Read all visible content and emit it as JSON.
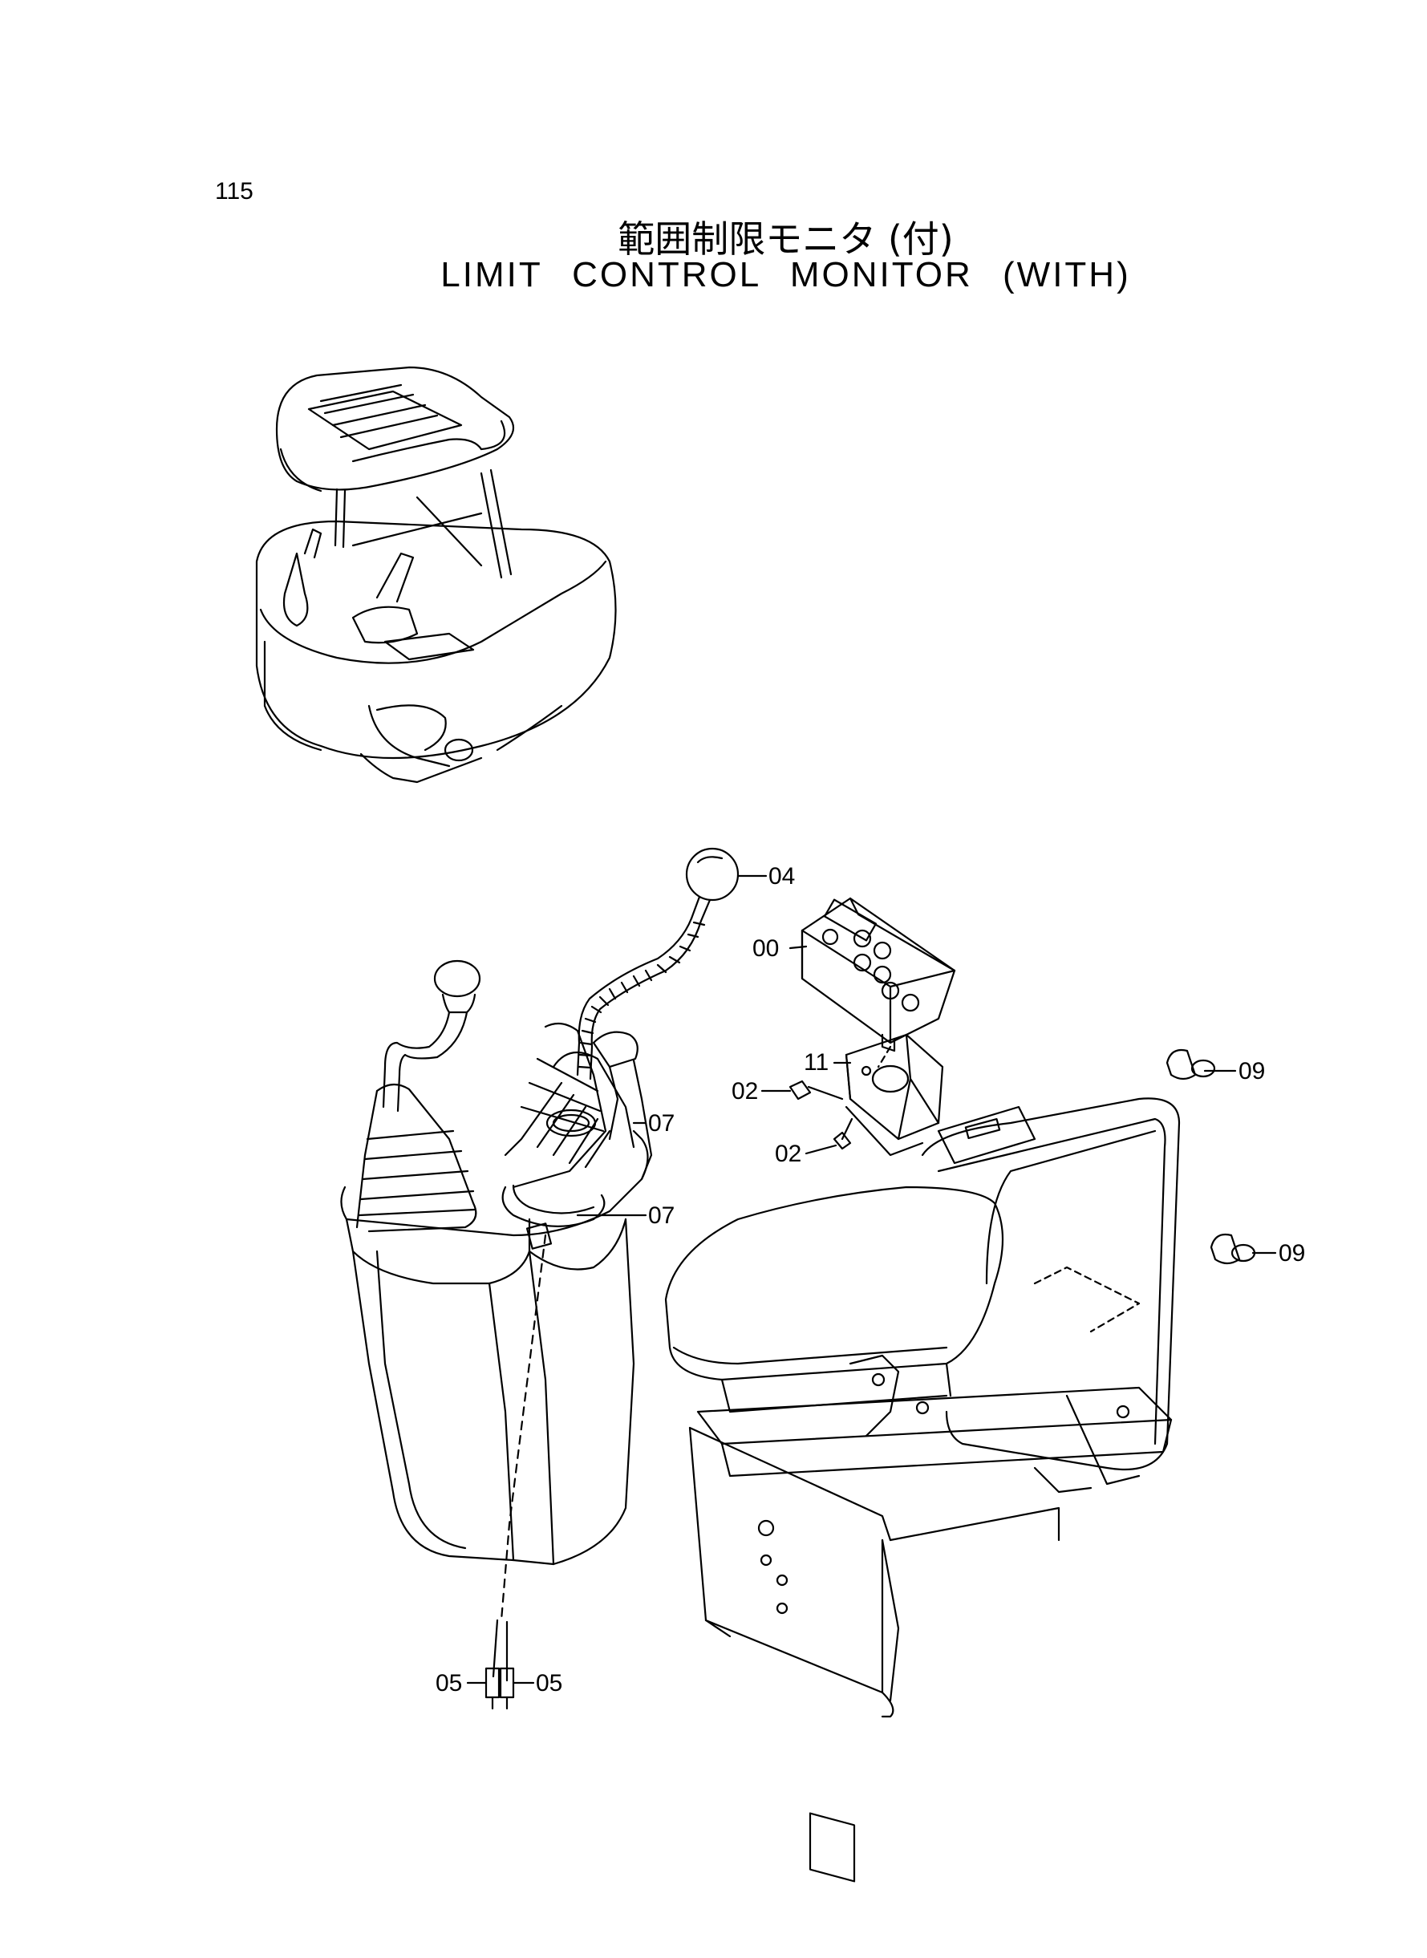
{
  "page": {
    "number": "115",
    "title_jp": "範囲制限モニタ (付)",
    "title_en": "LIMIT CONTROL MONITOR (WITH)"
  },
  "callouts": {
    "c04": "04",
    "c00": "00",
    "c11": "11",
    "c02a": "02",
    "c02b": "02",
    "c09a": "09",
    "c09b": "09",
    "c07a": "07",
    "c07b": "07",
    "c05a": "05",
    "c05b": "05"
  }
}
